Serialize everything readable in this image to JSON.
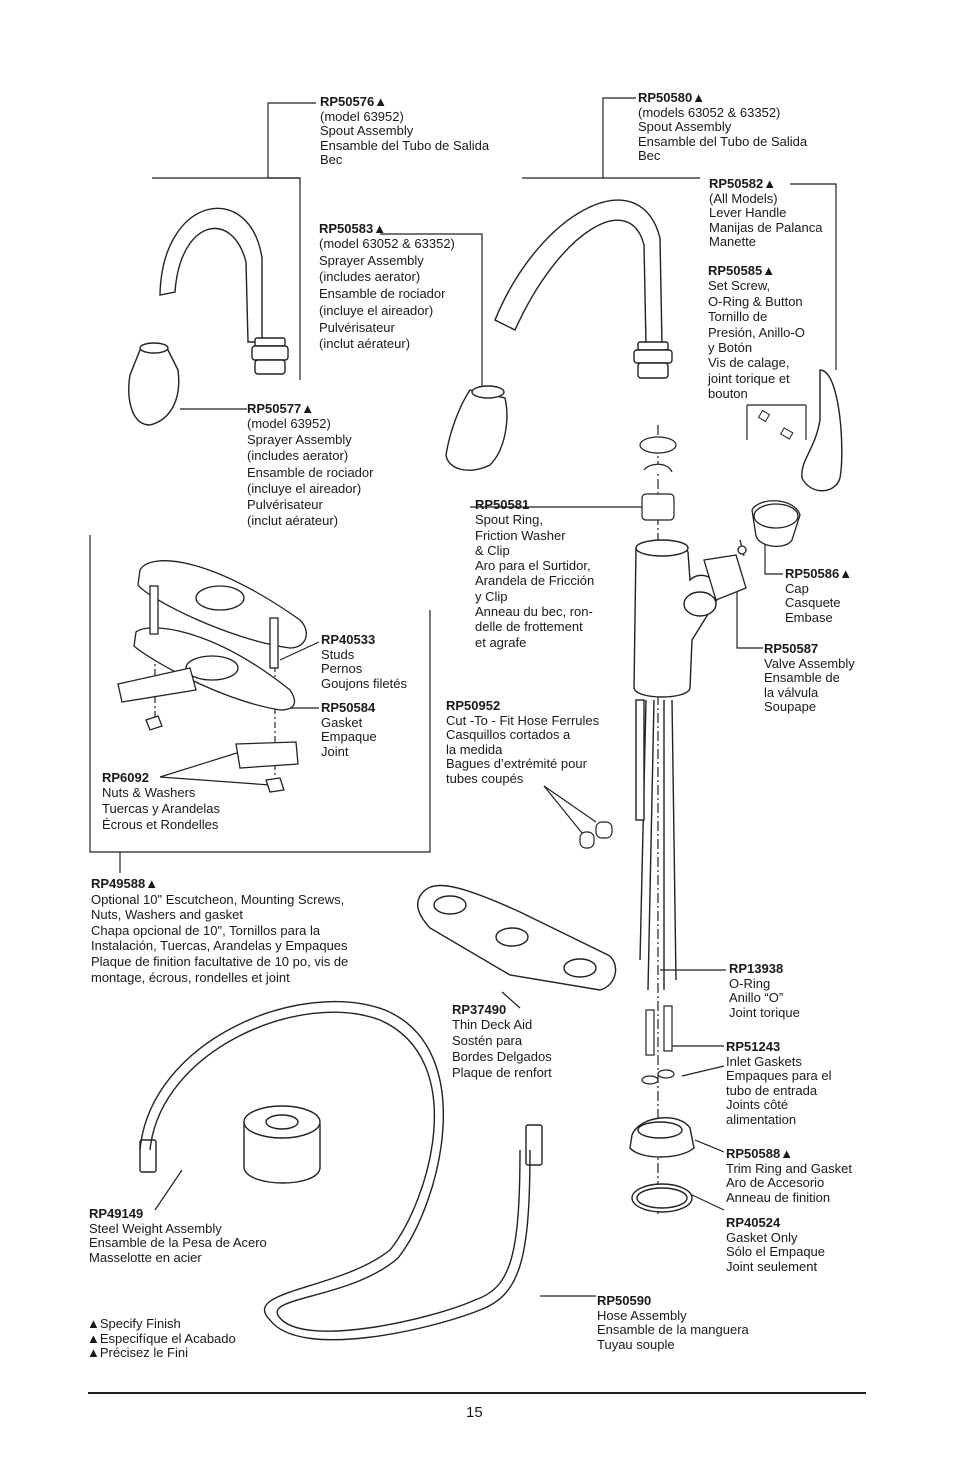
{
  "page_number": "15",
  "finish_legend": [
    "▲Specify Finish",
    "▲Especifíque el Acabado",
    "▲Précisez le Fini"
  ],
  "parts": [
    {
      "pn": "RP50576▲",
      "lines": [
        "(model 63952)",
        "Spout Assembly",
        "Ensamble del Tubo de Salida",
        "Bec"
      ]
    },
    {
      "pn": "RP50580▲",
      "lines": [
        "(models 63052 & 63352)",
        "Spout Assembly",
        "Ensamble del Tubo de Salida",
        "Bec"
      ]
    },
    {
      "pn": "RP50582▲",
      "lines": [
        "(All Models)",
        "Lever Handle",
        "Manijas de Palanca",
        "Manette"
      ]
    },
    {
      "pn": "RP50583▲",
      "lines": [
        "(model 63052 & 63352)",
        "Sprayer Assembly",
        "(includes aerator)",
        "Ensamble de rociador",
        "(incluye el aireador)",
        "Pulvérisateur",
        "(inclut aérateur)"
      ]
    },
    {
      "pn": "RP50585▲",
      "lines": [
        "Set Screw,",
        "O-Ring & Button",
        "Tornillo de",
        "Presión, Anillo-O",
        "y Botón",
        "Vis de calage,",
        "joint torique et",
        "bouton"
      ]
    },
    {
      "pn": "RP50577▲",
      "lines": [
        "(model 63952)",
        "Sprayer Assembly",
        "(includes aerator)",
        "Ensamble de rociador",
        "(incluye el aireador)",
        "Pulvérisateur",
        "(inclut aérateur)"
      ]
    },
    {
      "pn": "RP50581",
      "lines": [
        "Spout Ring,",
        "Friction Washer",
        "& Clip",
        "Aro para el Surtidor,",
        "Arandela de Fricción",
        "y Clip",
        "Anneau du bec, ron-",
        "delle de frottement",
        "et agrafe"
      ]
    },
    {
      "pn": "RP50586▲",
      "lines": [
        "Cap",
        "Casquete",
        "Embase"
      ]
    },
    {
      "pn": "RP40533",
      "lines": [
        "Studs",
        "Pernos",
        "Goujons filetés"
      ]
    },
    {
      "pn": "RP50587",
      "lines": [
        "Valve Assembly",
        "Ensamble de",
        "la válvula",
        "Soupape"
      ]
    },
    {
      "pn": "RP50584",
      "lines": [
        "Gasket",
        "Empaque",
        "Joint"
      ]
    },
    {
      "pn": "RP50952",
      "lines": [
        "Cut -To - Fit Hose Ferrules",
        "Casquillos cortados a",
        "la medida",
        "Bagues d’extrémité pour",
        "tubes coupés"
      ]
    },
    {
      "pn": "RP6092",
      "lines": [
        "Nuts & Washers",
        "Tuercas y Arandelas",
        "Écrous et Rondelles"
      ]
    },
    {
      "pn": "RP49588▲",
      "lines": [
        "Optional 10\" Escutcheon, Mounting Screws,",
        "Nuts, Washers and gasket",
        "Chapa opcional de 10\", Tornillos para la",
        "Instalación, Tuercas, Arandelas y Empaques",
        "Plaque de finition facultative de 10 po, vis de",
        "montage, écrous, rondelles et joint"
      ]
    },
    {
      "pn": "RP13938",
      "lines": [
        "O-Ring",
        "Anillo “O”",
        "Joint torique"
      ]
    },
    {
      "pn": "RP37490",
      "lines": [
        "Thin Deck Aid",
        "Sostén para",
        "Bordes Delgados",
        "Plaque de renfort"
      ]
    },
    {
      "pn": "RP51243",
      "lines": [
        "Inlet Gaskets",
        "Empaques para el",
        "tubo de entrada",
        "Joints côté",
        "alimentation"
      ]
    },
    {
      "pn": "RP50588▲",
      "lines": [
        "Trim Ring and Gasket",
        "Aro de Accesorio",
        "Anneau de finition"
      ]
    },
    {
      "pn": "RP49149",
      "lines": [
        "Steel Weight Assembly",
        "Ensamble de la Pesa de Acero",
        "Masselotte en acier"
      ]
    },
    {
      "pn": "RP40524",
      "lines": [
        "Gasket Only",
        "Sólo el Empaque",
        "Joint seulement"
      ]
    },
    {
      "pn": "RP50590",
      "lines": [
        "Hose Assembly",
        "Ensamble de la manguera",
        "Tuyau souple"
      ]
    }
  ]
}
